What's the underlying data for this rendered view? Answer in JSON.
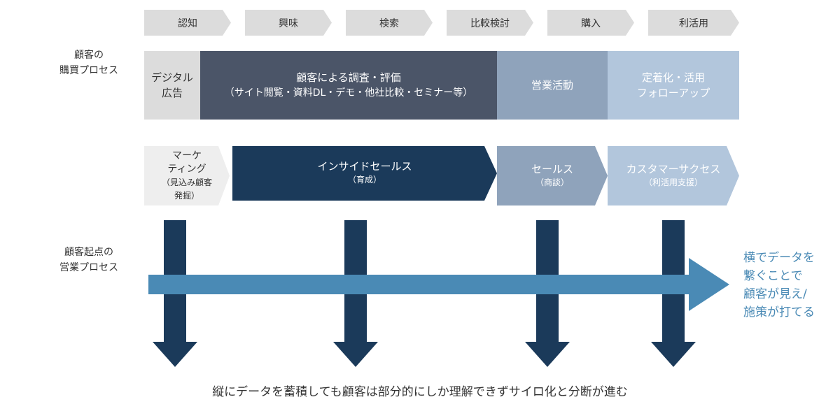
{
  "stages": [
    "認知",
    "興味",
    "検索",
    "比較検討",
    "購入",
    "利活用"
  ],
  "labels": {
    "purchase_process": [
      "顧客の",
      "購買プロセス"
    ],
    "sales_process": [
      "顧客起点の",
      "営業プロセス"
    ]
  },
  "purchase_blocks": [
    {
      "lines": [
        "デジタル",
        "広告"
      ]
    },
    {
      "lines": [
        "顧客による調査・評価",
        "（サイト閲覧・資料DL・デモ・他社比較・セミナー等）"
      ]
    },
    {
      "lines": [
        "営業活動"
      ]
    },
    {
      "lines": [
        "定着化・活用",
        "フォローアップ"
      ]
    }
  ],
  "sales_blocks": [
    {
      "lines": [
        "マーケ",
        "ティング",
        "（見込み顧客",
        "発掘）"
      ]
    },
    {
      "main": "インサイドセールス",
      "sub": "（育成）"
    },
    {
      "main": "セールス",
      "sub": "（商談）"
    },
    {
      "main": "カスタマーサクセス",
      "sub": "（利活用支援）"
    }
  ],
  "right_note": [
    "横でデータを",
    "繋ぐことで",
    "顧客が見え/",
    "施策が打てる"
  ],
  "bottom_caption": "縦にデータを蓄積しても顧客は部分的にしか理解できずサイロ化と分断が進む",
  "colors": {
    "stage_bg": "#dcdcdc",
    "dark_navy": "#1b3a5a",
    "slate": "#4b5568",
    "grey_blue": "#8fa3bb",
    "light_blue": "#b2c6dc",
    "accent_blue": "#4a8ab5"
  }
}
